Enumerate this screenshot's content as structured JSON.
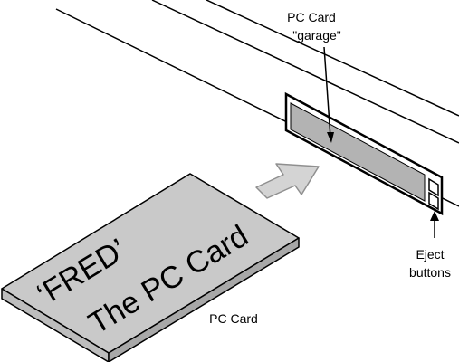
{
  "labels": {
    "garage_line1": "PC Card",
    "garage_line2": "\"garage\"",
    "eject_line1": "Eject",
    "eject_line2": "buttons",
    "card_caption": "PC Card"
  },
  "card": {
    "line1": "‘FRED’",
    "line2": "The PC Card"
  },
  "colors": {
    "line": "#000000",
    "card_top": "#c9c9c9",
    "card_side": "#a8a8a8",
    "card_front": "#bdbdbd",
    "slot_fill": "#b3b3b3",
    "slot_border": "#000000",
    "arrow_fill": "#d4d4d4",
    "arrow_stroke": "#8f8f8f",
    "background": "#ffffff"
  },
  "icons": {
    "insert_arrow": "arrow-up-right-icon"
  }
}
